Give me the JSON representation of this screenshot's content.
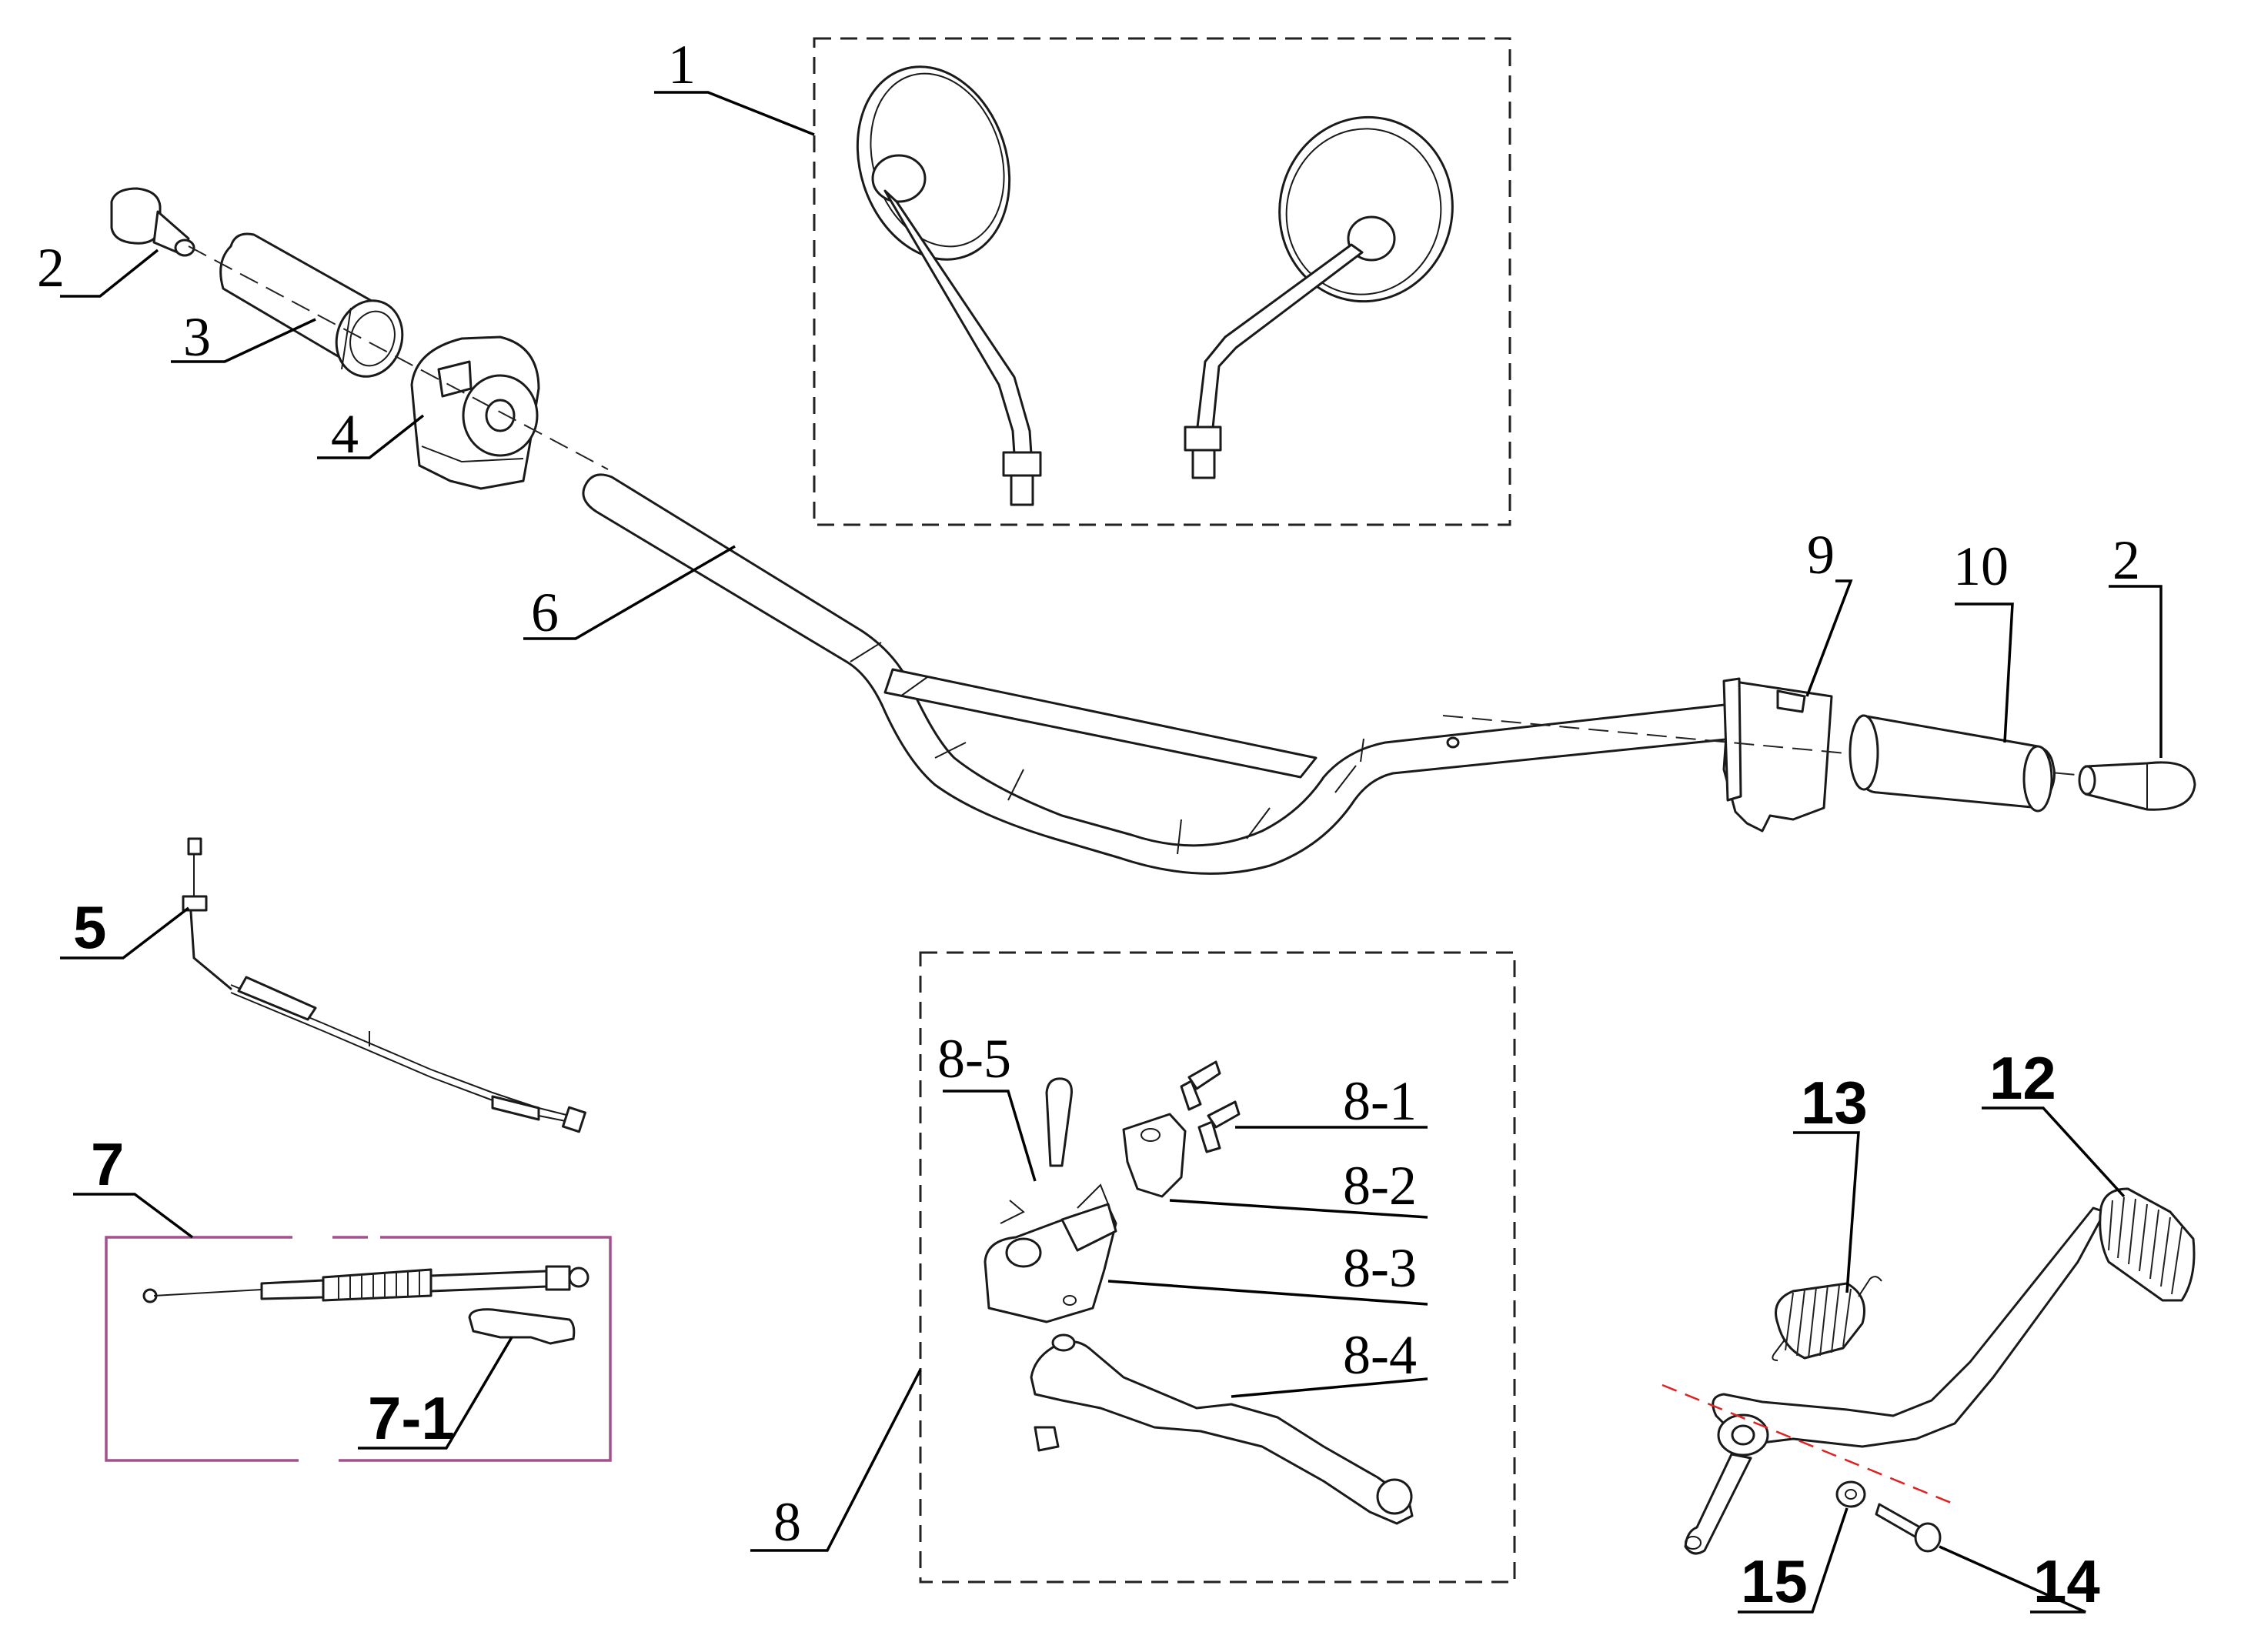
{
  "diagram": {
    "callouts": {
      "mirror_set": "1",
      "end_cap_left": "2",
      "throttle_grip": "3",
      "throttle_housing": "4",
      "throttle_cable": "5",
      "handlebar": "6",
      "clutch_cable_set": "7",
      "cable_boot": "7-1",
      "clutch_lever_assembly": "8",
      "bolt_8_1": "8-1",
      "clamp_8_2": "8-2",
      "bracket_8_3": "8-3",
      "lever_8_4": "8-4",
      "switch_8_5": "8-5",
      "switch_housing": "9",
      "left_grip": "10",
      "end_cap_right": "2",
      "kick_lever": "12",
      "spring": "13",
      "bolt_14": "14",
      "washer_15": "15"
    }
  }
}
